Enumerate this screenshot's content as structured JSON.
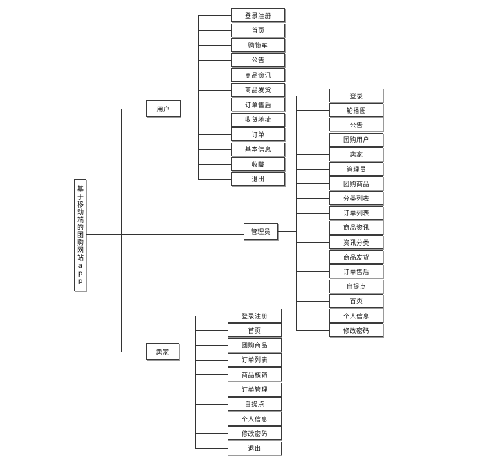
{
  "root": {
    "label": "基于移动端的团购网站app",
    "chars": [
      "基",
      "于",
      "移",
      "动",
      "端",
      "的",
      "团",
      "购",
      "网",
      "站",
      "a",
      "p",
      "p"
    ]
  },
  "branches": {
    "user": {
      "label": "用户",
      "items": [
        "登录注册",
        "首页",
        "购物车",
        "公告",
        "商品资讯",
        "商品发货",
        "订单售后",
        "收货地址",
        "订单",
        "基本信息",
        "收藏",
        "退出"
      ]
    },
    "admin": {
      "label": "管理员",
      "items": [
        "登录",
        "轮播图",
        "公告",
        "团购用户",
        "卖家",
        "管理员",
        "团购商品",
        "分类列表",
        "订单列表",
        "商品资讯",
        "资讯分类",
        "商品发货",
        "订单售后",
        "自提点",
        "首页",
        "个人信息",
        "修改密码"
      ]
    },
    "seller": {
      "label": "卖家",
      "items": [
        "登录注册",
        "首页",
        "团购商品",
        "订单列表",
        "商品核销",
        "订单管理",
        "自提点",
        "个人信息",
        "修改密码",
        "退出"
      ]
    }
  },
  "colors": {
    "line": "#333333",
    "border": "#3a3a3a",
    "shadow": "#9a9a9a"
  }
}
